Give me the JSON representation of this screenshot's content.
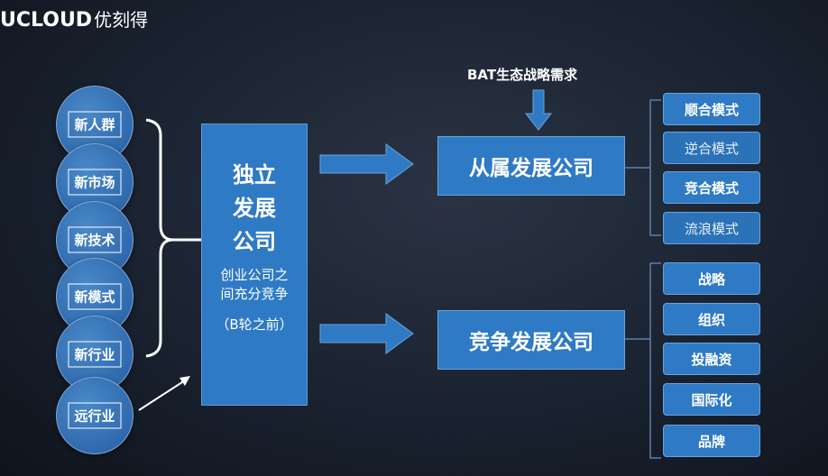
{
  "logo": {
    "brand": "UCLOUD",
    "brand_cn": "优刻得"
  },
  "circles": [
    "新人群",
    "新市场",
    "新技术",
    "新模式",
    "新行业",
    "远行业"
  ],
  "center": {
    "title_line1": "独立",
    "title_line2": "发展",
    "title_line3": "公司",
    "sub_line1": "创业公司之",
    "sub_line2": "间充分竞争",
    "note": "（B轮之前）"
  },
  "bat_label": "BAT生态战略需求",
  "upper_box": "从属发展公司",
  "lower_box": "竞争发展公司",
  "upper_modes": [
    "顺合模式",
    "逆合模式",
    "竞合模式",
    "流浪模式"
  ],
  "lower_items": [
    "战略",
    "组织",
    "投融资",
    "国际化",
    "品牌"
  ],
  "colors": {
    "box_blue": "#2f7ac4",
    "circle_blue": "#2f6aae",
    "background": "#1a2230"
  }
}
